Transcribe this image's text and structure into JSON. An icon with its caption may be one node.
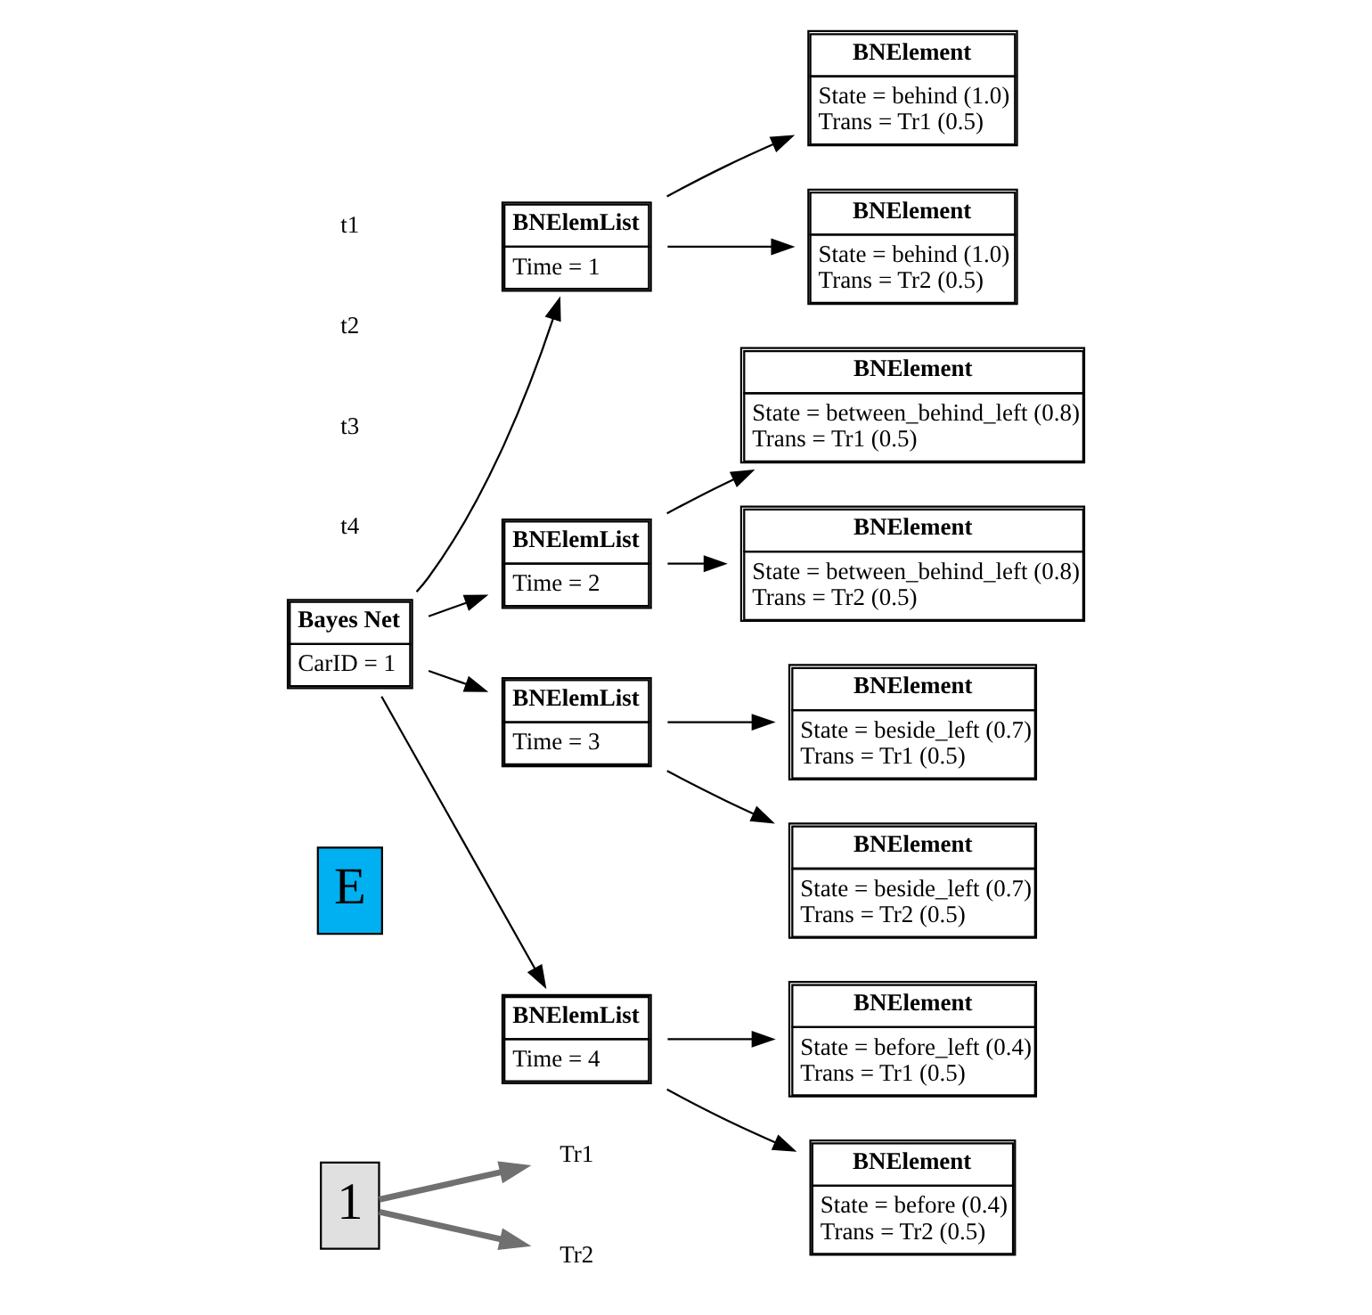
{
  "diagram": {
    "nodes": [
      {
        "text": [
          "Tr1"
        ]
      },
      {
        "text": [
          "Tr2"
        ]
      },
      {
        "text": [
          "E"
        ]
      },
      {
        "text": [
          "1"
        ]
      },
      {
        "text": [
          "Bayes Net",
          "CarID = 1"
        ]
      },
      {
        "text": [
          "BNElemList",
          "Time = 1"
        ]
      },
      {
        "text": [
          "BNElement",
          "State = behind (1.0)",
          "Trans = Tr1 (0.5)"
        ]
      },
      {
        "text": [
          "BNElement",
          "State = behind (1.0)",
          "Trans = Tr2 (0.5)"
        ]
      },
      {
        "text": [
          "BNElemList",
          "Time = 2"
        ]
      },
      {
        "text": [
          "BNElement",
          "State = between_behind_left (0.8)",
          "Trans = Tr1 (0.5)"
        ]
      },
      {
        "text": [
          "BNElement",
          "State = between_behind_left (0.8)",
          "Trans = Tr2 (0.5)"
        ]
      },
      {
        "text": [
          "BNElemList",
          "Time = 3"
        ]
      },
      {
        "text": [
          "BNElement",
          "State = beside_left (0.7)",
          "Trans = Tr1 (0.5)"
        ]
      },
      {
        "text": [
          "BNElement",
          "State = beside_left (0.7)",
          "Trans = Tr2 (0.5)"
        ]
      },
      {
        "text": [
          "BNElemList",
          "Time = 4"
        ]
      },
      {
        "text": [
          "BNElement",
          "State = before_left (0.4)",
          "Trans = Tr1 (0.5)"
        ]
      },
      {
        "text": [
          "BNElement",
          "State = before (0.4)",
          "Trans = Tr2 (0.5)"
        ]
      }
    ],
    "edges": [
      {
        "from": 3,
        "to": 0,
        "arrow": "to",
        "style": "thick",
        "color": "#707070"
      },
      {
        "from": 3,
        "to": 1,
        "arrow": "to",
        "style": "thick",
        "color": "#707070"
      },
      {
        "from": 4,
        "to": 5,
        "arrow": "to"
      },
      {
        "from": 4,
        "to": 8,
        "arrow": "to"
      },
      {
        "from": 4,
        "to": 11,
        "arrow": "to"
      },
      {
        "from": 4,
        "to": 14,
        "arrow": "to"
      },
      {
        "from": 5,
        "to": 6,
        "arrow": "to"
      },
      {
        "from": 5,
        "to": 7,
        "arrow": "to"
      },
      {
        "from": 8,
        "to": 9,
        "arrow": "to"
      },
      {
        "from": 8,
        "to": 10,
        "arrow": "to"
      },
      {
        "from": 11,
        "to": 12,
        "arrow": "to"
      },
      {
        "from": 11,
        "to": 13,
        "arrow": "to"
      },
      {
        "from": 14,
        "to": 15,
        "arrow": "to"
      },
      {
        "from": 14,
        "to": 16,
        "arrow": "to"
      }
    ],
    "labels": [
      "t4",
      "t3",
      "t2",
      "t1"
    ]
  }
}
